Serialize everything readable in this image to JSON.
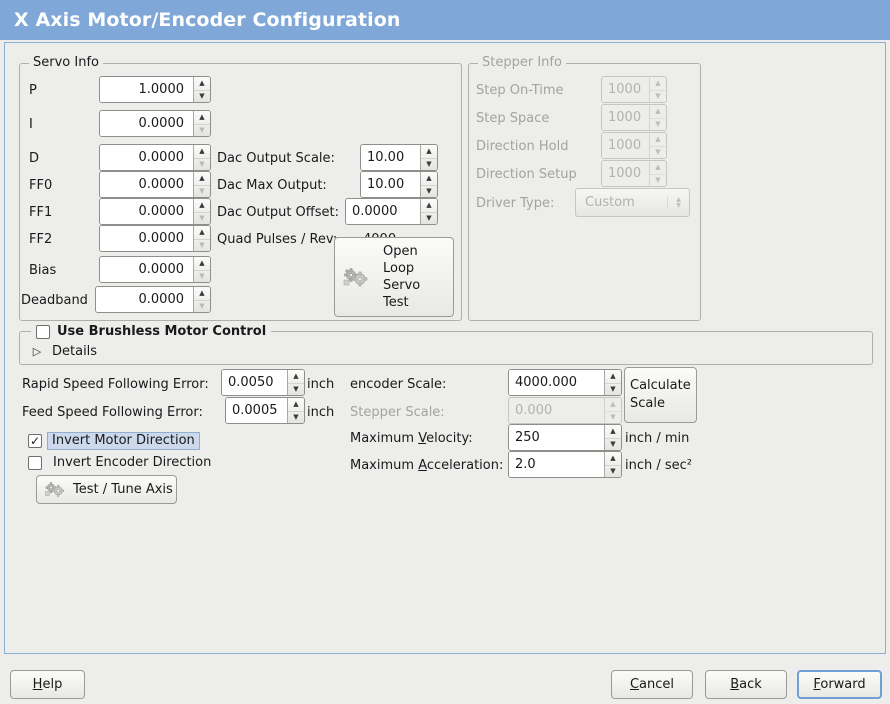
{
  "window": {
    "title": "X Axis Motor/Encoder Configuration",
    "title_bar_color": "#7fa8d8",
    "content_border_color": "#8cafd7",
    "background_color": "#ededeb"
  },
  "servo_info": {
    "legend": "Servo Info",
    "fields": [
      {
        "label": "P",
        "value": "1.0000"
      },
      {
        "label": "I",
        "value": "0.0000"
      },
      {
        "label": "D",
        "value": "0.0000"
      },
      {
        "label": "FF0",
        "value": "0.0000"
      },
      {
        "label": "FF1",
        "value": "0.0000"
      },
      {
        "label": "FF2",
        "value": "0.0000"
      },
      {
        "label": "Bias",
        "value": "0.0000"
      },
      {
        "label": "Deadband",
        "value": "0.0000"
      }
    ],
    "dac": [
      {
        "label": "Dac Output Scale:",
        "value": "10.00"
      },
      {
        "label": "Dac Max Output:",
        "value": "10.00"
      },
      {
        "label": "Dac Output Offset:",
        "value": "0.0000"
      }
    ],
    "quad_pulses_label": "Quad Pulses / Rev:",
    "quad_pulses_value": "4000",
    "open_loop_button": "Open\nLoop\nServo\nTest",
    "open_loop_lines": [
      "Open",
      "Loop",
      "Servo",
      "Test"
    ],
    "open_loop_icon": "gears-icon"
  },
  "stepper_info": {
    "legend": "Stepper Info",
    "disabled": true,
    "fields": [
      {
        "label": "Step On-Time",
        "value": "1000"
      },
      {
        "label": "Step Space",
        "value": "1000"
      },
      {
        "label": "Direction Hold",
        "value": "1000"
      },
      {
        "label": "Direction Setup",
        "value": "1000"
      }
    ],
    "driver_type_label": "Driver Type:",
    "driver_type_value": "Custom"
  },
  "brushless": {
    "checkbox_label": "Use Brushless Motor Control",
    "checked": false,
    "details_label": "Details",
    "details_expanded": false
  },
  "tuning": {
    "rapid_label": "Rapid Speed Following Error:",
    "rapid_value": "0.0050",
    "rapid_unit": "inch",
    "feed_label": "Feed Speed Following Error:",
    "feed_value": "0.0005",
    "feed_unit": "inch",
    "invert_motor_label": "Invert Motor Direction",
    "invert_motor_checked": true,
    "invert_encoder_label": "Invert Encoder Direction",
    "invert_encoder_checked": false,
    "test_tune_button": "Test / Tune Axis",
    "test_tune_icon": "gears-icon"
  },
  "scales": {
    "encoder_label": "encoder Scale:",
    "encoder_value": "4000.000",
    "stepper_label": "Stepper Scale:",
    "stepper_value": "0.000",
    "stepper_disabled": true,
    "calculate_button_lines": [
      "Calculate",
      "Scale"
    ],
    "max_velocity_label_pre": "Maximum ",
    "max_velocity_label_key": "V",
    "max_velocity_label_post": "elocity:",
    "max_velocity_value": "250",
    "max_velocity_unit": "inch / min",
    "max_accel_label_pre": "Maximum ",
    "max_accel_label_key": "A",
    "max_accel_label_post": "cceleration:",
    "max_accel_value": "2.0",
    "max_accel_unit": "inch / sec²"
  },
  "actions": {
    "help": {
      "pre": "",
      "key": "H",
      "post": "elp"
    },
    "cancel": {
      "pre": "",
      "key": "C",
      "post": "ancel"
    },
    "back": {
      "pre": "",
      "key": "B",
      "post": "ack"
    },
    "forward": {
      "pre": "",
      "key": "F",
      "post": "orward",
      "focused": true
    }
  }
}
